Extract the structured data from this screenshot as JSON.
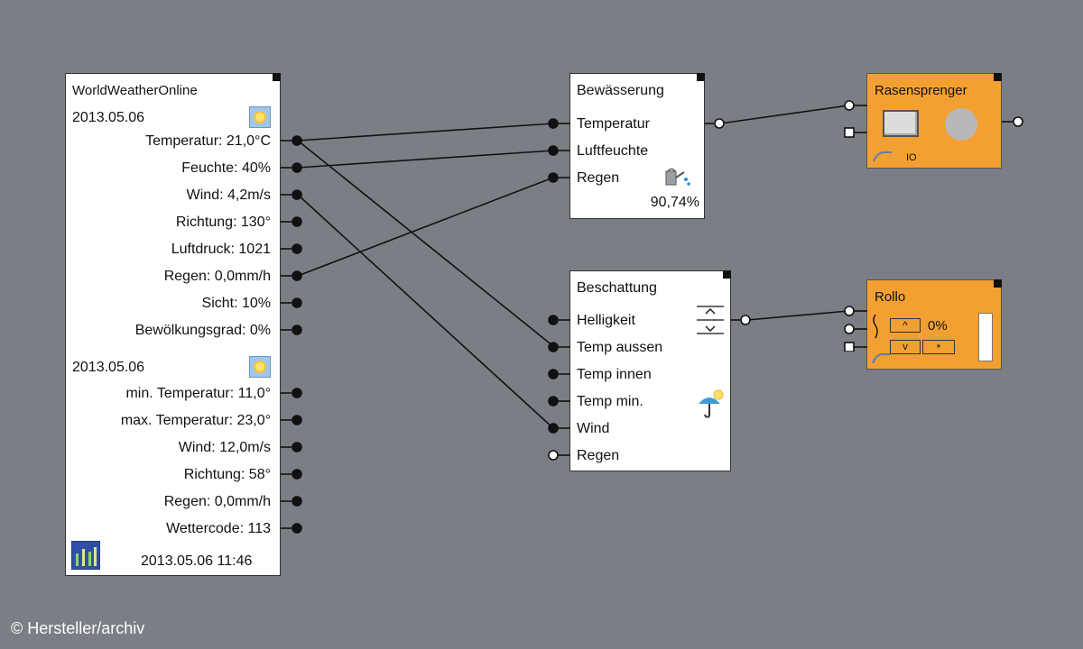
{
  "weather": {
    "title": "WorldWeatherOnline",
    "today_date": "2013.05.06",
    "today": [
      "Temperatur: 21,0°C",
      "Feuchte: 40%",
      "Wind: 4,2m/s",
      "Richtung: 130°",
      "Luftdruck: 1021",
      "Regen: 0,0mm/h",
      "Sicht: 10%",
      "Bewölkungsgrad: 0%"
    ],
    "forecast_date": "2013.05.06",
    "forecast": [
      "min. Temperatur: 11,0°",
      "max. Temperatur: 23,0°",
      "Wind: 12,0m/s",
      "Richtung: 58°",
      "Regen: 0,0mm/h",
      "Wettercode: 113"
    ],
    "timestamp": "2013.05.06 11:46",
    "icon_sun": "sun-icon",
    "icon_app": "weather-app-icon"
  },
  "bewaesserung": {
    "title": "Bewässerung",
    "inputs": [
      "Temperatur",
      "Luftfeuchte",
      "Regen"
    ],
    "value": "90,74%",
    "icon": "watering-can-icon"
  },
  "rasensprenger": {
    "title": "Rasensprenger",
    "io_label": "IO"
  },
  "beschattung": {
    "title": "Beschattung",
    "inputs": [
      "Helligkeit",
      "Temp aussen",
      "Temp innen",
      "Temp min.",
      "Wind",
      "Regen"
    ],
    "icon": "shade-umbrella-icon"
  },
  "rollo": {
    "title": "Rollo",
    "percent": "0%",
    "up_label": "^",
    "down_label": "v",
    "star_label": "*"
  },
  "watermark": "© Hersteller/archiv",
  "colors": {
    "background": "#7b7e85",
    "block_orange": "#f3a033",
    "block_white": "#ffffff"
  }
}
